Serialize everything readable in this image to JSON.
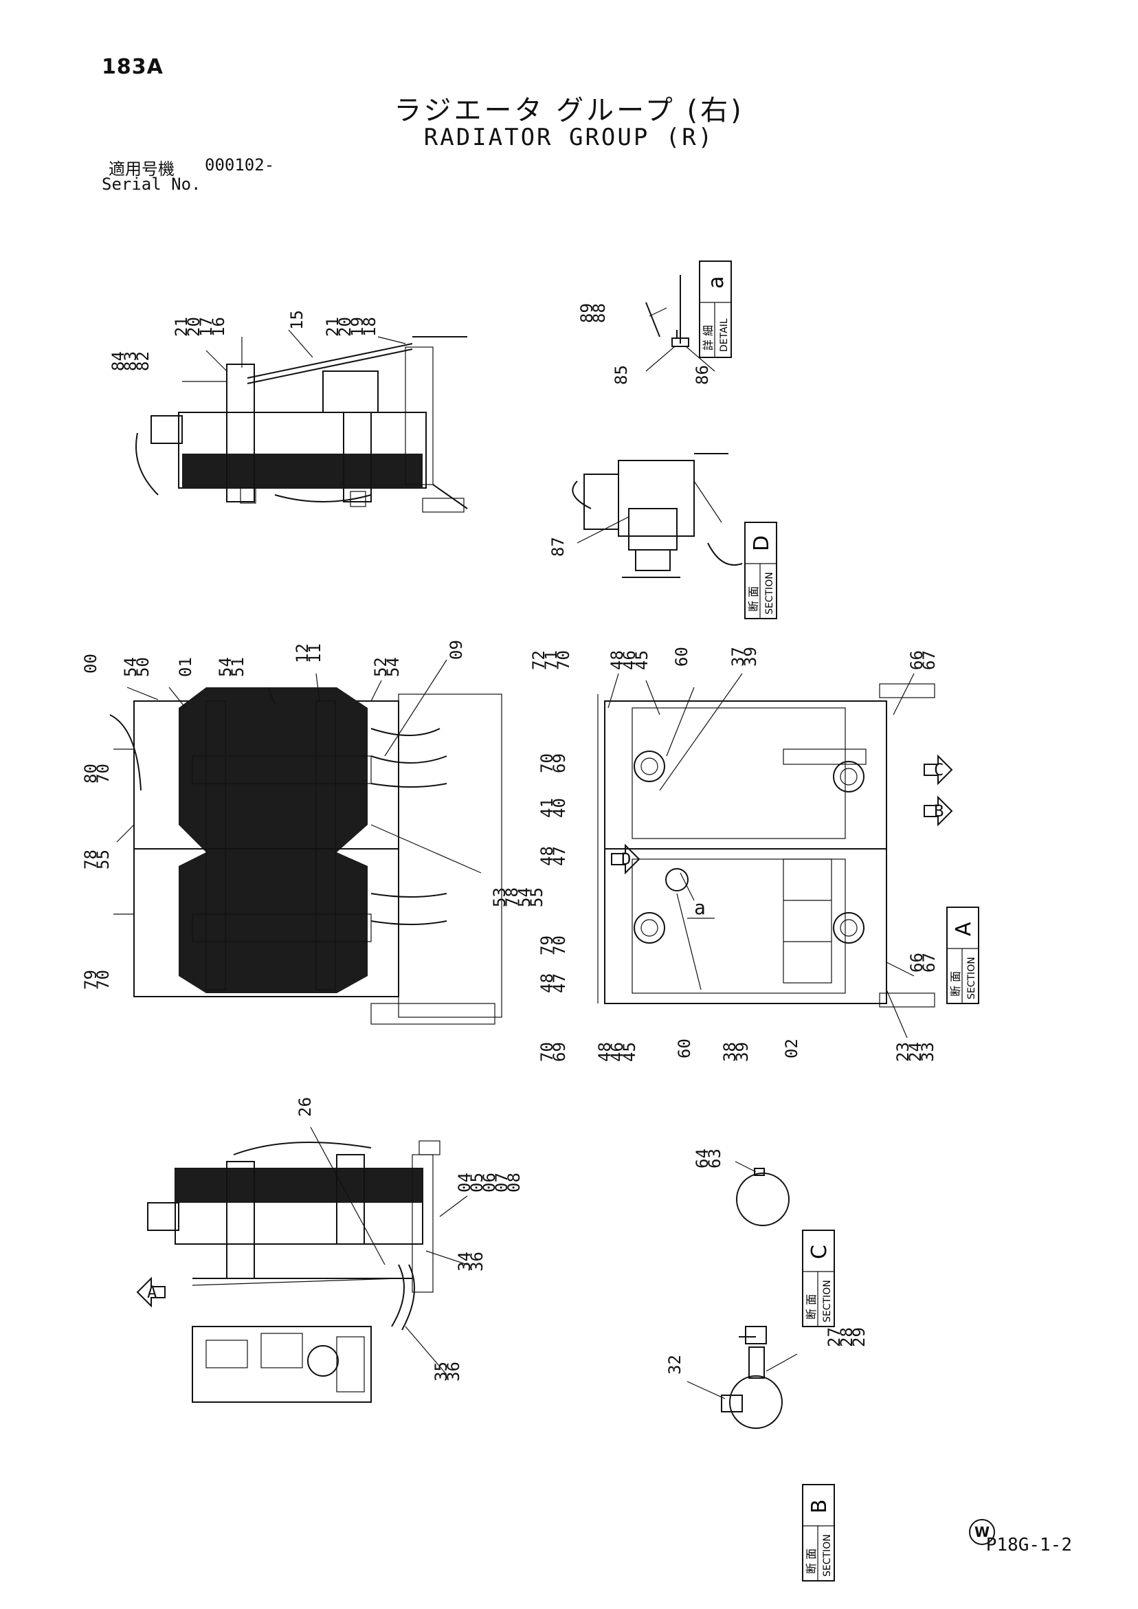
{
  "page_no": "183A",
  "title_jp": "ラジエータ グループ (右)",
  "title_en": "RADIATOR GROUP (R)",
  "serial": {
    "label_jp": "適用号機",
    "label_en": "Serial No.",
    "value": "000102-"
  },
  "page_ref": "P18G-1-2",
  "watermark": "W",
  "section_boxes": [
    {
      "jp": "詳 細",
      "en": "DETAIL",
      "letter": "a"
    },
    {
      "jp": "断 面",
      "en": "SECTION",
      "letter": "D"
    },
    {
      "jp": "断 面",
      "en": "SECTION",
      "letter": "A"
    },
    {
      "jp": "断 面",
      "en": "SECTION",
      "letter": "C"
    },
    {
      "jp": "断 面",
      "en": "SECTION",
      "letter": "B"
    }
  ],
  "view_arrows": [
    "A",
    "B",
    "C",
    "D"
  ],
  "callout_letter": "a",
  "part_numbers": {
    "top_left_view": [
      "84",
      "83",
      "82",
      "21",
      "20",
      "17",
      "16",
      "15",
      "21",
      "20",
      "19",
      "18"
    ],
    "detail_a": [
      "89",
      "88",
      "85",
      "86"
    ],
    "section_d": [
      "87"
    ],
    "front_view_top": [
      "00",
      "54",
      "50",
      "01",
      "54",
      "51",
      "12",
      "11",
      "52",
      "54",
      "09"
    ],
    "front_view_left": [
      "80",
      "70",
      "78",
      "55",
      "79",
      "70"
    ],
    "front_view_right": [
      "53",
      "78",
      "54",
      "55"
    ],
    "rear_view_top": [
      "72",
      "71",
      "70",
      "48",
      "46",
      "45",
      "60",
      "37",
      "39",
      "66",
      "67"
    ],
    "rear_view_left": [
      "70",
      "69",
      "41",
      "40",
      "48",
      "47",
      "79",
      "70",
      "48",
      "47"
    ],
    "rear_view_bottom": [
      "70",
      "69",
      "48",
      "46",
      "45",
      "60",
      "38",
      "39",
      "02",
      "23",
      "24",
      "33"
    ],
    "rear_view_right": [
      "66",
      "67"
    ],
    "bottom_left_view": [
      "26",
      "04",
      "05",
      "06",
      "07",
      "08",
      "34",
      "36",
      "35",
      "36"
    ],
    "section_c": [
      "64",
      "63"
    ],
    "section_b": [
      "32",
      "27",
      "28",
      "29"
    ]
  }
}
